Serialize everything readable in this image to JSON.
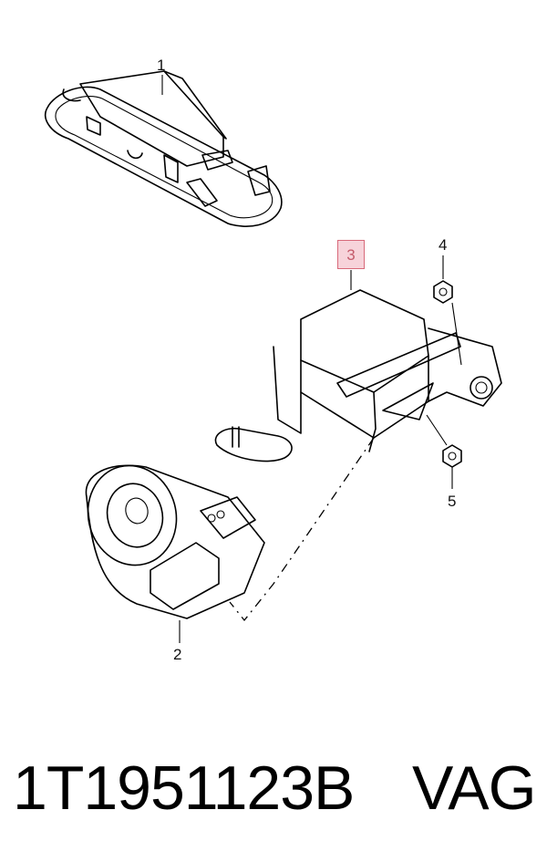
{
  "callouts": {
    "c1": "1",
    "c2": "2",
    "c3": "3",
    "c4": "4",
    "c5": "5"
  },
  "footer": {
    "part_number": "1T1951123B",
    "brand": "VAG"
  },
  "colors": {
    "highlight_fill": "#f7d3da",
    "highlight_border": "#d86a7a"
  }
}
